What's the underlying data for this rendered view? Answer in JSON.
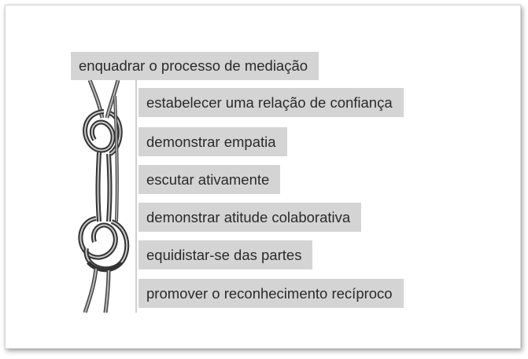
{
  "header": {
    "label": "enquadrar o processo de mediação"
  },
  "items": [
    {
      "label": "estabelecer uma relação de confiança"
    },
    {
      "label": "demonstrar empatia"
    },
    {
      "label": "escutar ativamente"
    },
    {
      "label": "demonstrar atitude colaborativa"
    },
    {
      "label": "equidistar-se das partes"
    },
    {
      "label": "promover o reconhecimento recíproco"
    }
  ],
  "illustration": {
    "icon": "rope-knot-icon"
  },
  "colors": {
    "box_fill": "#d4d4d4",
    "text": "#2a2a2a",
    "frame_border": "#d9d9d9"
  }
}
